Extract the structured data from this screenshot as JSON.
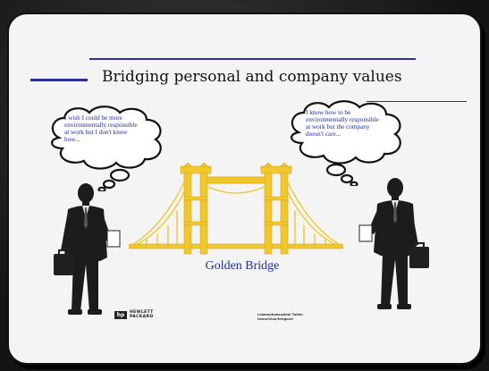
{
  "slide": {
    "title": "Bridging personal and company values",
    "left_thought": {
      "line1": "I wish I could be more",
      "line2": "environmentally responsible",
      "line3": "at work but I don't know",
      "line4": "how..."
    },
    "right_thought": {
      "line1": "I know how to be",
      "line2": "environmentally responsible",
      "line3": "at work but the company",
      "line4": "doesn't care..."
    },
    "bridge_caption": "Golden Bridge",
    "logo": {
      "mark": "hp",
      "line1": "HEWLETT",
      "line2": "PACKARD"
    },
    "footnote": {
      "line1": "Lakemphokswdem Tullen",
      "line2": "Imsurlvlan/frmgovd"
    }
  },
  "colors": {
    "accent_blue": "#2a2f9a",
    "thought_text": "#1d2e9e",
    "bridge": "#f1c72e"
  },
  "icons": [
    "thought-cloud-icon",
    "businessman-icon",
    "briefcase-icon",
    "golden-bridge-icon"
  ]
}
